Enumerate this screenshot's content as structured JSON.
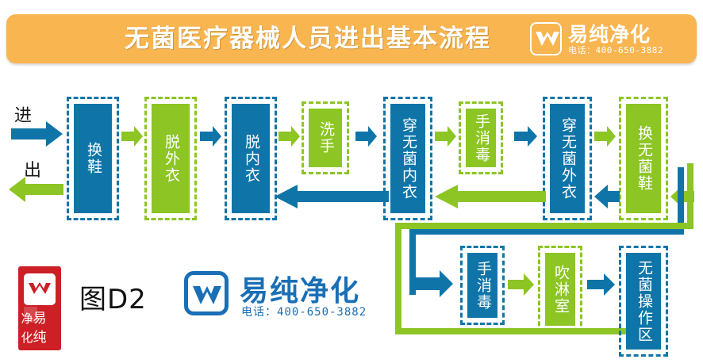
{
  "header": {
    "title": "无菌医疗器械人员进出基本流程",
    "background_color": "#f8b550",
    "logo": {
      "name": "易纯净化",
      "tel": "电话：400-650-3882",
      "mark_icon": "company-v-mark-icon"
    }
  },
  "legend": {
    "enter_label": "进",
    "exit_label": "出"
  },
  "colors": {
    "blue": "#0f75a8",
    "green": "#8cc524",
    "orange": "#f8b550",
    "seal_red": "#cc2026",
    "logo_blue": "#1a6fb5"
  },
  "flow": {
    "row_top": [
      {
        "id": "change-shoes",
        "label": "换鞋",
        "fill": "blue",
        "border": "blue"
      },
      {
        "id": "remove-outerwear",
        "label": "脱外衣",
        "fill": "green",
        "border": "green"
      },
      {
        "id": "remove-innerwear",
        "label": "脱内衣",
        "fill": "blue",
        "border": "blue"
      },
      {
        "id": "wash-hands",
        "label": "洗手",
        "fill": "green",
        "border": "green"
      },
      {
        "id": "wear-sterile-inner",
        "label": "穿无菌内衣",
        "fill": "blue",
        "border": "blue"
      },
      {
        "id": "hand-disinfect-1",
        "label": "手消毒",
        "fill": "green",
        "border": "green"
      },
      {
        "id": "wear-sterile-outer",
        "label": "穿无菌外衣",
        "fill": "blue",
        "border": "blue"
      },
      {
        "id": "change-sterile-shoes",
        "label": "换无菌鞋",
        "fill": "green",
        "border": "green"
      }
    ],
    "row_bottom": [
      {
        "id": "hand-disinfect-2",
        "label": "手消毒",
        "fill": "blue",
        "border": "blue"
      },
      {
        "id": "air-shower",
        "label": "吹淋室",
        "fill": "green",
        "border": "green"
      },
      {
        "id": "sterile-work-area",
        "label": "无菌操作区",
        "fill": "blue",
        "border": "blue"
      }
    ]
  },
  "footer": {
    "figure_label": "图D2",
    "seal_text": "易纯净化",
    "logo": {
      "name": "易纯净化",
      "tel": "电话：400-650-3882",
      "mark_icon": "company-v-mark-icon"
    }
  }
}
